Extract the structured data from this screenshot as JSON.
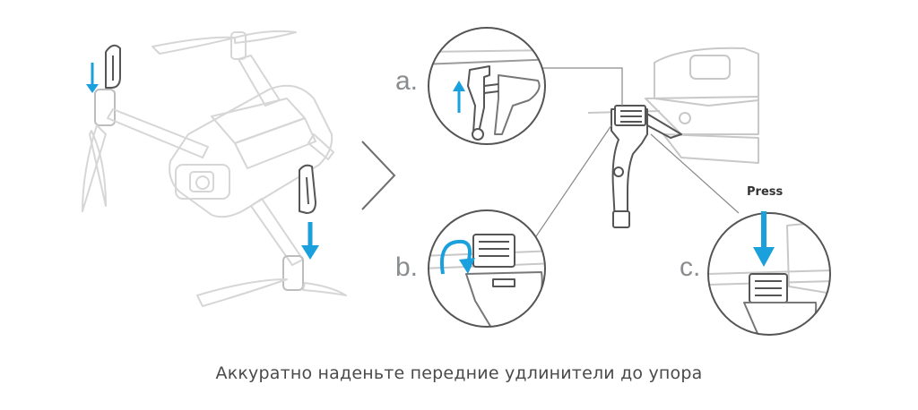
{
  "steps": {
    "a": {
      "label": "a."
    },
    "b": {
      "label": "b."
    },
    "c": {
      "label": "c."
    }
  },
  "press_label": "Press",
  "caption": "Аккуратно наденьте передние удлинители до упора",
  "colors": {
    "arrow": "#1aa0dc",
    "line": "#9a9a9a",
    "ghost": "#d9d9d9",
    "text": "#4a4a4a"
  },
  "icons": [
    "drone-illustration",
    "chevron-right-icon",
    "landing-gear-illustration",
    "arrow-up-icon",
    "arrow-down-icon",
    "rotate-arrow-icon"
  ]
}
